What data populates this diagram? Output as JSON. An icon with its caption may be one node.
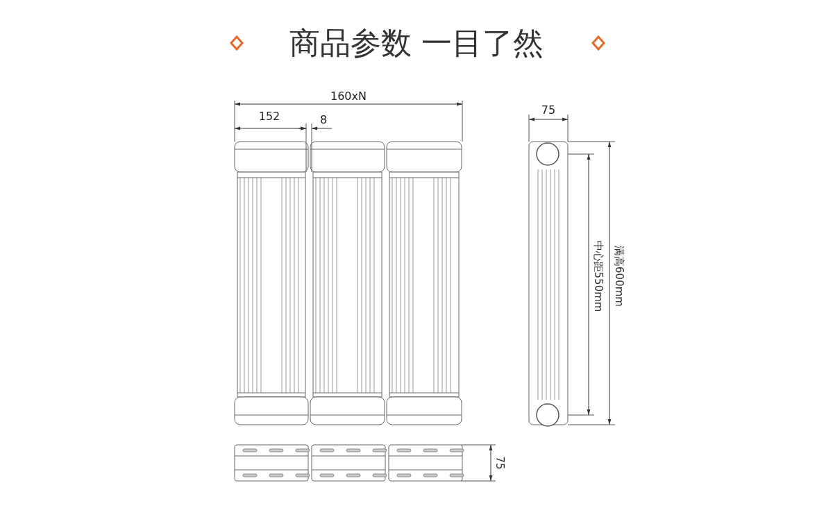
{
  "diagram": {
    "title": "商品参数 一目了然",
    "labels": [
      "160xN",
      "152",
      "8",
      "75",
      "中心距550mm",
      "满高600mm",
      "75"
    ]
  }
}
